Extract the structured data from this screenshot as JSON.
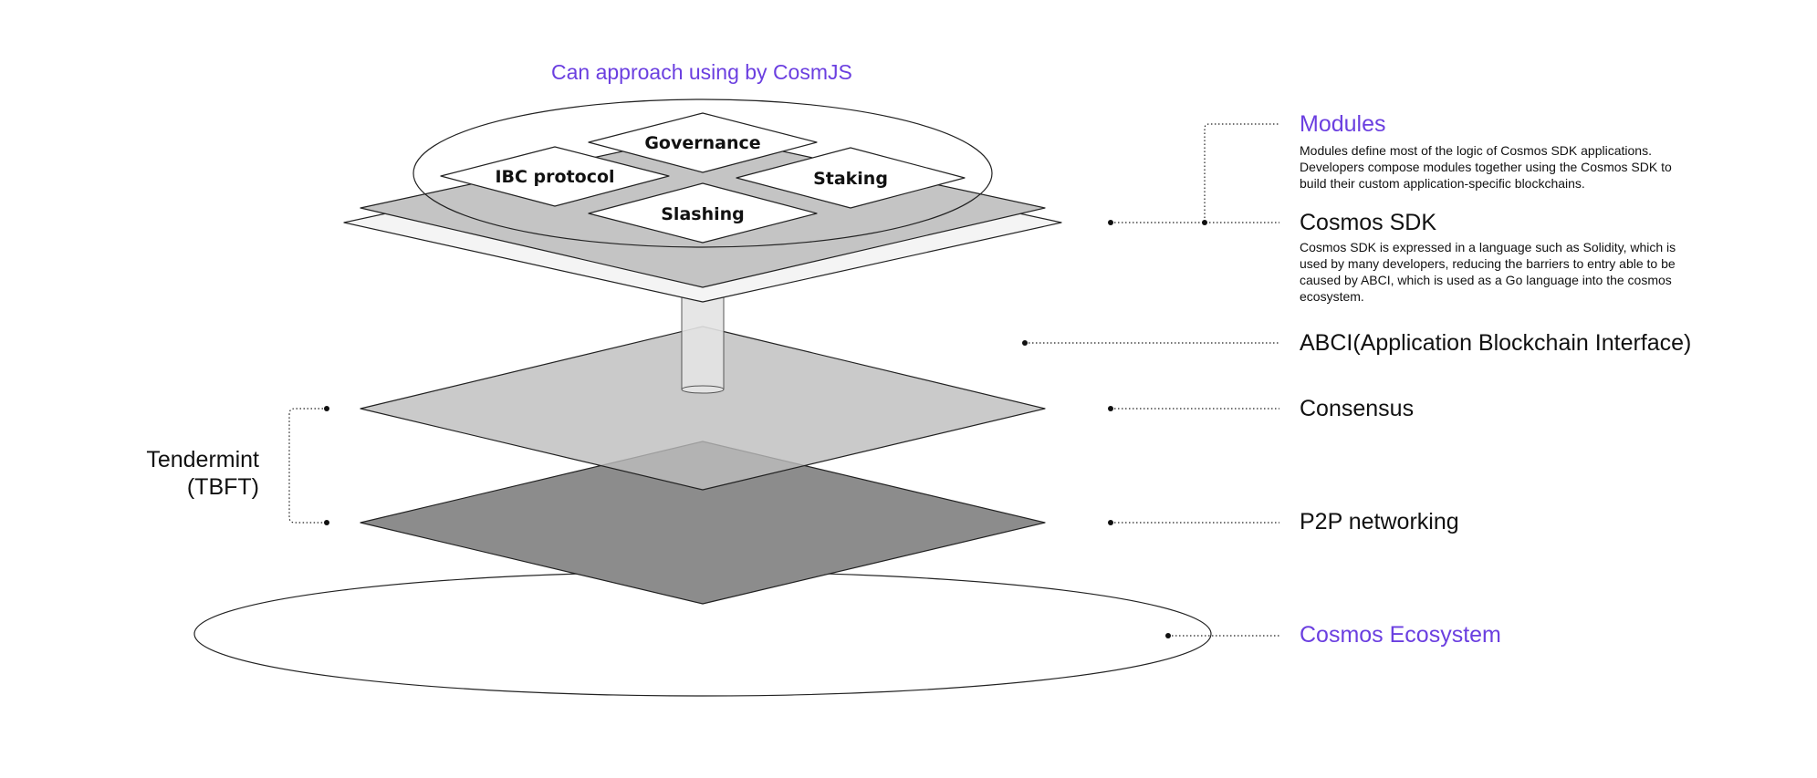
{
  "diagram": {
    "top_label": "Can approach using by CosmJS",
    "modules": {
      "title": "Modules",
      "description": "Modules define most of the logic of Cosmos SDK applications. Developers compose modules together using the Cosmos SDK to build their custom application-specific blockchains.",
      "items": [
        "Governance",
        "IBC protocol",
        "Staking",
        "Slashing"
      ]
    },
    "cosmos_sdk": {
      "title": "Cosmos SDK",
      "description": "Cosmos SDK is expressed in a language such as Solidity, which is used by many developers, reducing the barriers to entry able to be caused by ABCI, which is used as a Go language into the cosmos ecosystem."
    },
    "abci": {
      "title": "ABCI(Application Blockchain Interface)"
    },
    "consensus": {
      "title": "Consensus"
    },
    "p2p": {
      "title": "P2P networking"
    },
    "ecosystem": {
      "title": "Cosmos Ecosystem"
    },
    "tendermint": {
      "line1": "Tendermint",
      "line2": "(TBFT)"
    },
    "colors": {
      "accent": "#6b3fe0",
      "sdk_layer": "#c4c4c4",
      "consensus_layer": "#bdbdbd",
      "p2p_layer": "#8c8c8c"
    }
  }
}
